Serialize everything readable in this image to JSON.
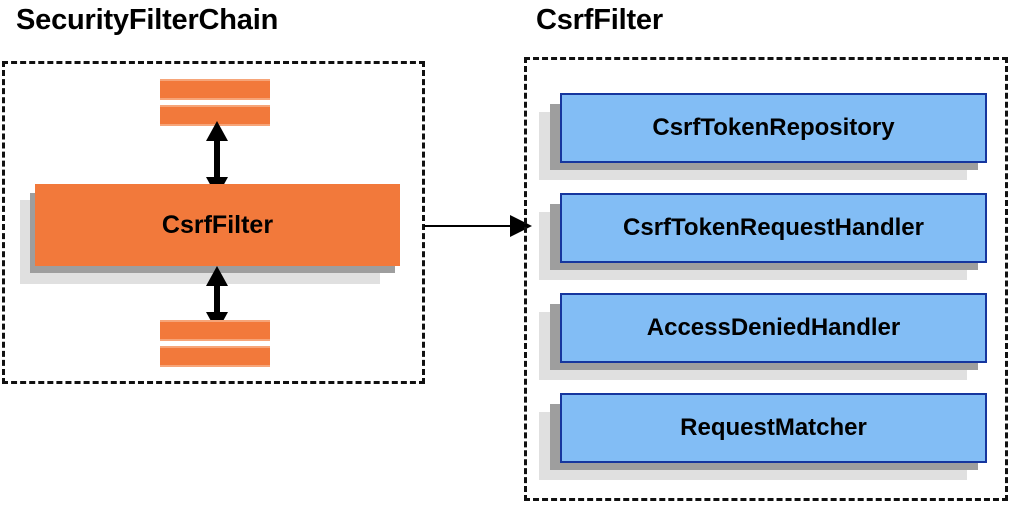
{
  "diagram": {
    "type": "architecture-component-diagram",
    "background": "#ffffff",
    "palette": {
      "orange_fill": "#f2793b",
      "orange_edge_light": "#f6a579",
      "blue_fill": "#82bdf5",
      "blue_border": "#16369e",
      "shadow_dark": "#9e9e9e",
      "shadow_light": "#e0e0e0",
      "stroke": "#000000",
      "dashed_border": "#111111"
    },
    "panels": [
      {
        "id": "security-filter-chain",
        "title": "SecurityFilterChain",
        "highlight_component": "CsrfFilter",
        "filters_above_count": 2,
        "filters_below_count": 2
      },
      {
        "id": "csrf-filter",
        "title": "CsrfFilter",
        "collaborators": [
          "CsrfTokenRepository",
          "CsrfTokenRequestHandler",
          "AccessDeniedHandler",
          "RequestMatcher"
        ]
      }
    ],
    "connections": [
      {
        "from": "filters-above",
        "to": "CsrfFilter",
        "style": "double-headed-vertical"
      },
      {
        "from": "CsrfFilter",
        "to": "filters-below",
        "style": "double-headed-vertical"
      },
      {
        "from": "security-filter-chain",
        "to": "csrf-filter",
        "style": "single-headed-horizontal"
      }
    ]
  }
}
